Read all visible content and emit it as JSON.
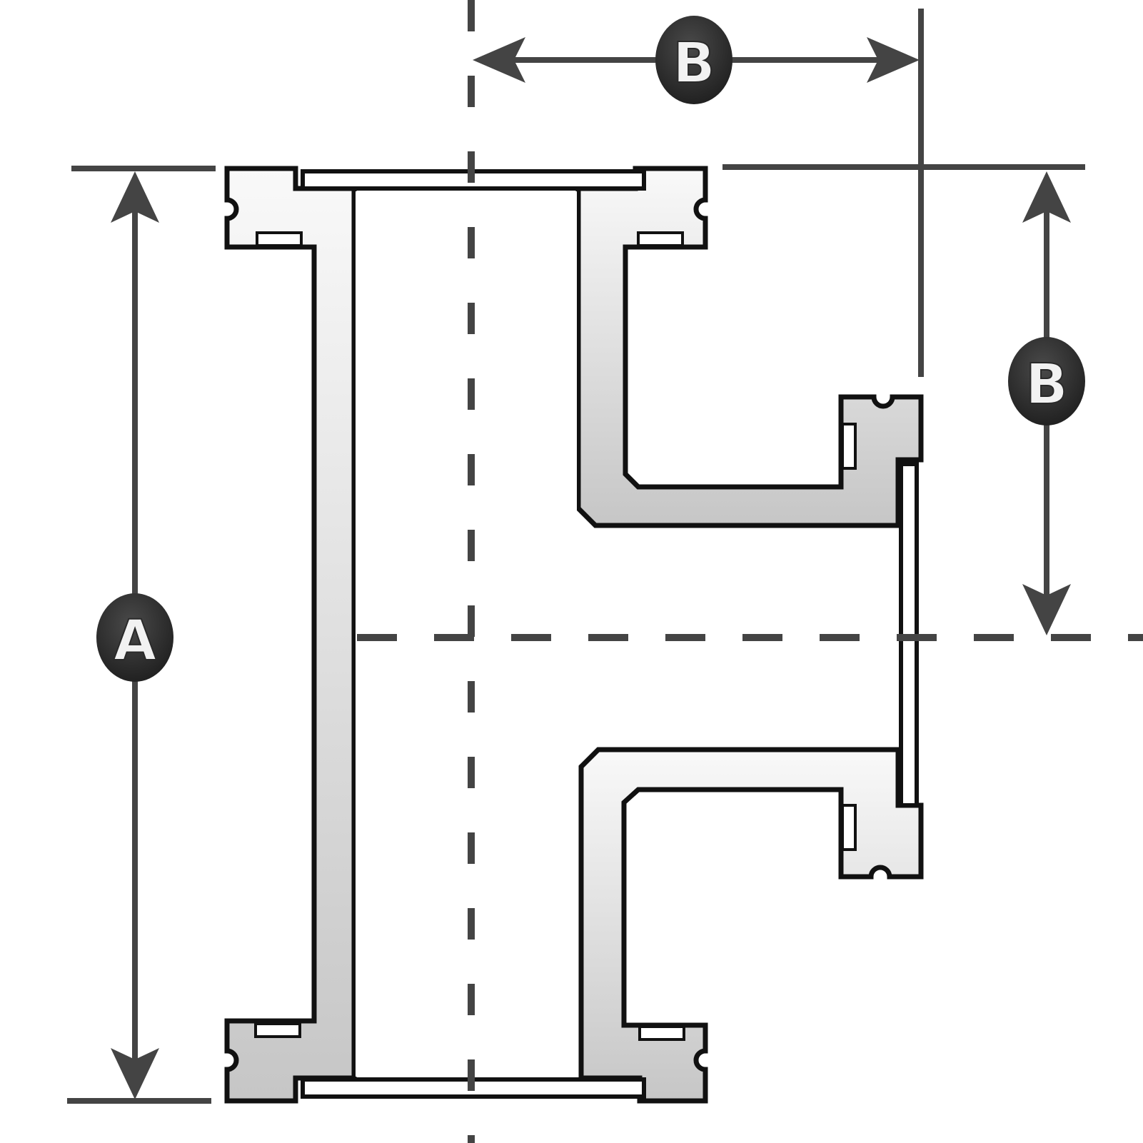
{
  "diagram": {
    "labels": {
      "height_dimension": "A",
      "horizontal_offset_dimension": "B",
      "vertical_offset_dimension": "B"
    },
    "colors": {
      "outline": "#111111",
      "dimension_line": "#444444",
      "part_fill_top": "#f7f7f7",
      "part_fill_bottom": "#c8c8c8",
      "badge_fill": "#2b2b2b"
    }
  }
}
